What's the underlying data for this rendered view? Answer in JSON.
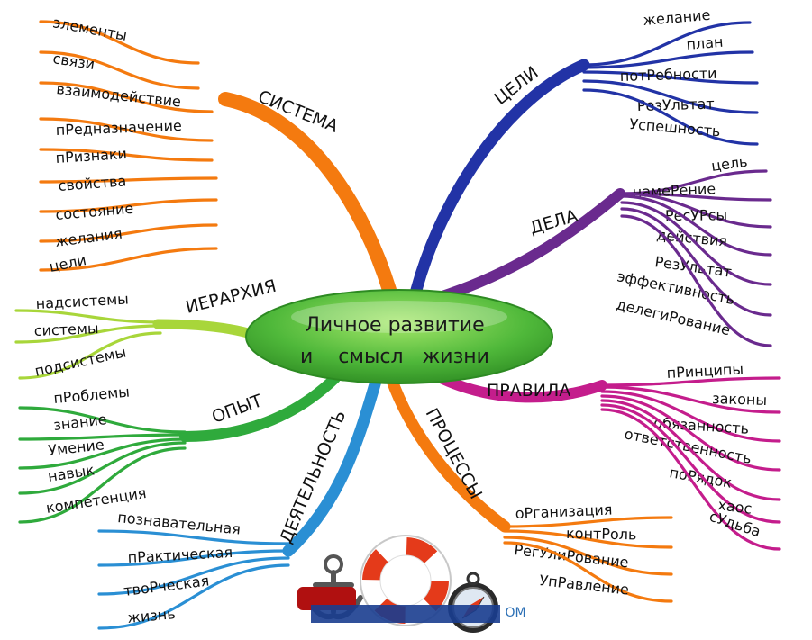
{
  "center": {
    "line1": "Личное развитие",
    "line2": "и    смысл   жизни",
    "color": "#4fb83a"
  },
  "branches": {
    "sistema": {
      "label": "СИСТЕМА",
      "color": "#f47a0f",
      "leaves": [
        "элементы",
        "связи",
        "взаимодействие",
        "пРедназначение",
        "пРизнаки",
        "свойства",
        "состояние",
        "желания",
        "цели"
      ]
    },
    "ierarhiya": {
      "label": "ИЕРАРХИЯ",
      "color": "#a8d63a",
      "leaves": [
        "надсистемы",
        "системы",
        "подсистемы"
      ]
    },
    "opyt": {
      "label": "ОПЫТ",
      "color": "#2faa3c",
      "leaves": [
        "пРоблемы",
        "знание",
        "Умение",
        "навык",
        "компетенция"
      ]
    },
    "deyatelnost": {
      "label": "ДЕЯТЕЛЬНОСТЬ",
      "color": "#2a8fd4",
      "leaves": [
        "познавательная",
        "пРактическая",
        "твоРческая",
        "жизнь"
      ]
    },
    "processy": {
      "label": "ПРОЦЕССЫ",
      "color": "#f47a0f",
      "leaves": [
        "оРганизация",
        "контРоль",
        "РегУлиРование",
        "УпРавление"
      ]
    },
    "pravila": {
      "label": "ПРАВИЛА",
      "color": "#c41d8c",
      "leaves": [
        "пРинципы",
        "законы",
        "обязанность",
        "ответственность",
        "поРядок",
        "хаос",
        "сУдьба"
      ]
    },
    "dela": {
      "label": "ДЕЛА",
      "color": "#6a2a8e",
      "leaves": [
        "цель",
        "намеРение",
        "РесУРсы",
        "действия",
        "РезУльтат",
        "эффективность",
        "делегиРование"
      ]
    },
    "celi": {
      "label": "ЦЕЛИ",
      "color": "#2233a6",
      "leaves": [
        "желание",
        "план",
        "потРебности",
        "РезУльтат",
        "Успешность"
      ]
    }
  },
  "logo": {
    "text": "ОМ"
  }
}
